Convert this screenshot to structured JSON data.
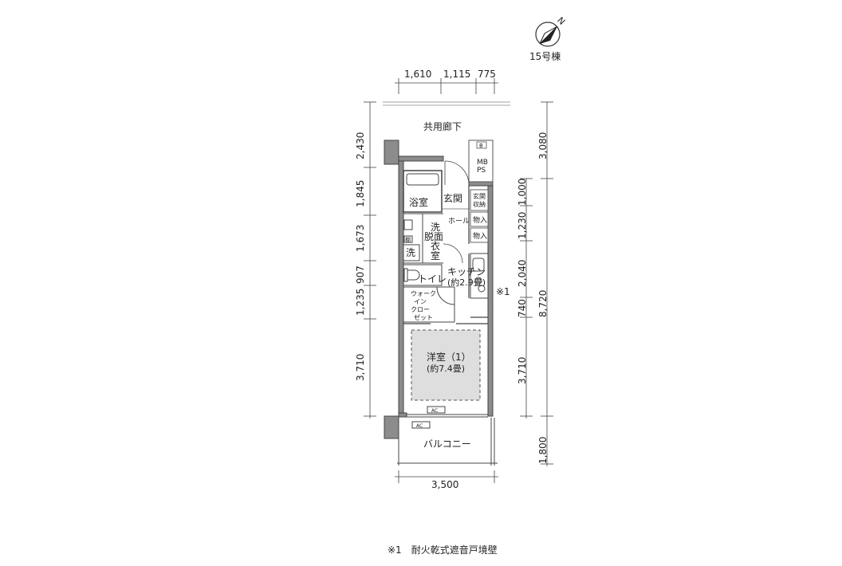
{
  "building": {
    "label": "15号棟",
    "north_letter": "N"
  },
  "rooms": {
    "corridor": "共用廊下",
    "bath": "浴室",
    "entrance": "玄関",
    "entrance_storage_1": "玄関",
    "entrance_storage_2": "収納",
    "hall": "ホール",
    "storage_1": "物入",
    "storage_2": "物入",
    "washroom_1": "洗",
    "washroom_2": "脱面",
    "washroom_3": "衣",
    "washroom_4": "室",
    "shelf": "棚",
    "washer": "洗",
    "toilet": "トイレ",
    "kitchen_1": "キッチン",
    "kitchen_2": "(約2.9畳)",
    "walkin_1": "ウォーク",
    "walkin_2": "イン",
    "walkin_3": "クロー",
    "walkin_4": "ゼット",
    "western_1": "洋室（1）",
    "western_2": "(約7.4畳)",
    "balcony": "バルコニー",
    "mbps_1": "MB",
    "mbps_2": "PS",
    "b_box": "B",
    "ac_1": "AC",
    "ac_2": "AC",
    "mark": "※1"
  },
  "dimensions": {
    "top": [
      "1,610",
      "1,115",
      "775"
    ],
    "left": [
      "2,430",
      "1,845",
      "1,673",
      "907",
      "1,235",
      "3,710"
    ],
    "right_inner": [
      "1,000",
      "1,230",
      "2,040",
      "740",
      "3,710"
    ],
    "right_outer": [
      "3,080",
      "8,720",
      "1,800"
    ],
    "bottom": "3,500"
  },
  "footnote": "※1　耐火乾式遮音戸境壁"
}
